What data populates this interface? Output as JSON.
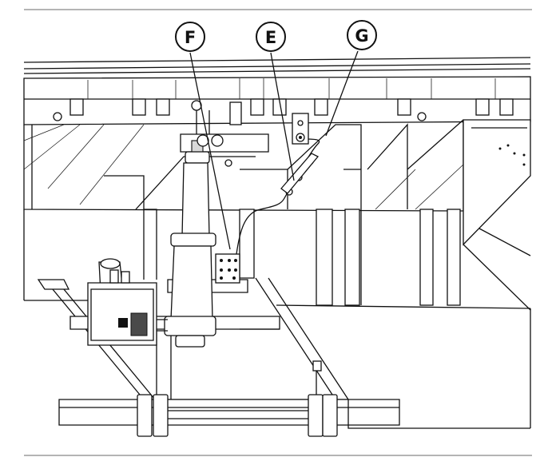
{
  "callouts": [
    {
      "letter": "F",
      "target": "valve-block"
    },
    {
      "letter": "E",
      "target": "cable-bracket"
    },
    {
      "letter": "G",
      "target": "wire-attachment-bracket"
    }
  ]
}
